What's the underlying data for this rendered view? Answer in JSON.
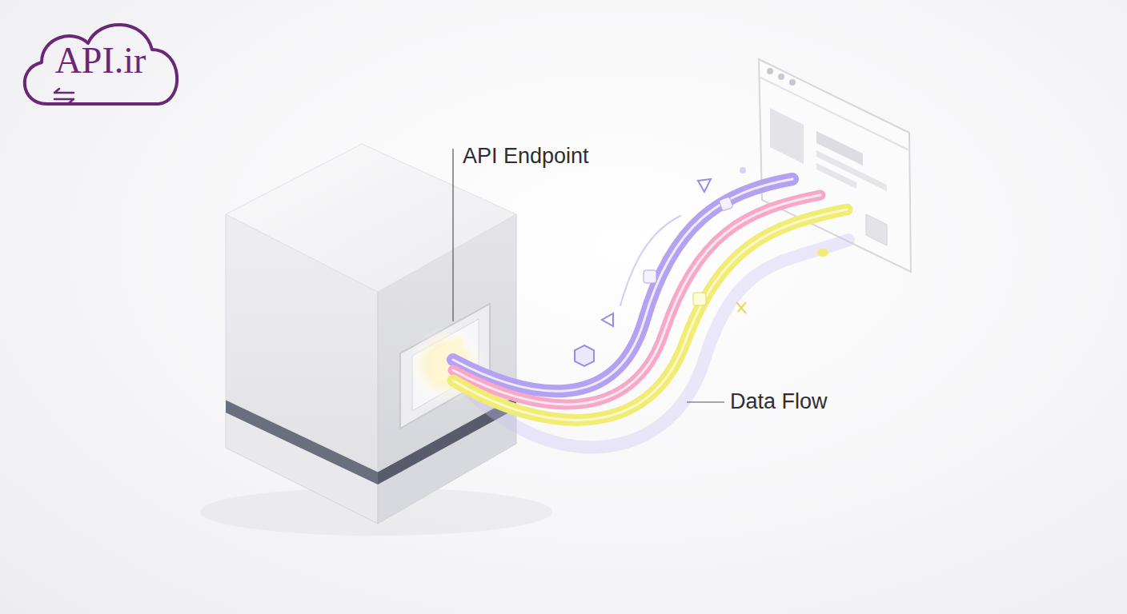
{
  "diagram": {
    "nodes": [
      {
        "text": [
          "API.ir"
        ]
      }
    ],
    "labels": [
      "API Endpoint",
      "Data Flow"
    ]
  }
}
